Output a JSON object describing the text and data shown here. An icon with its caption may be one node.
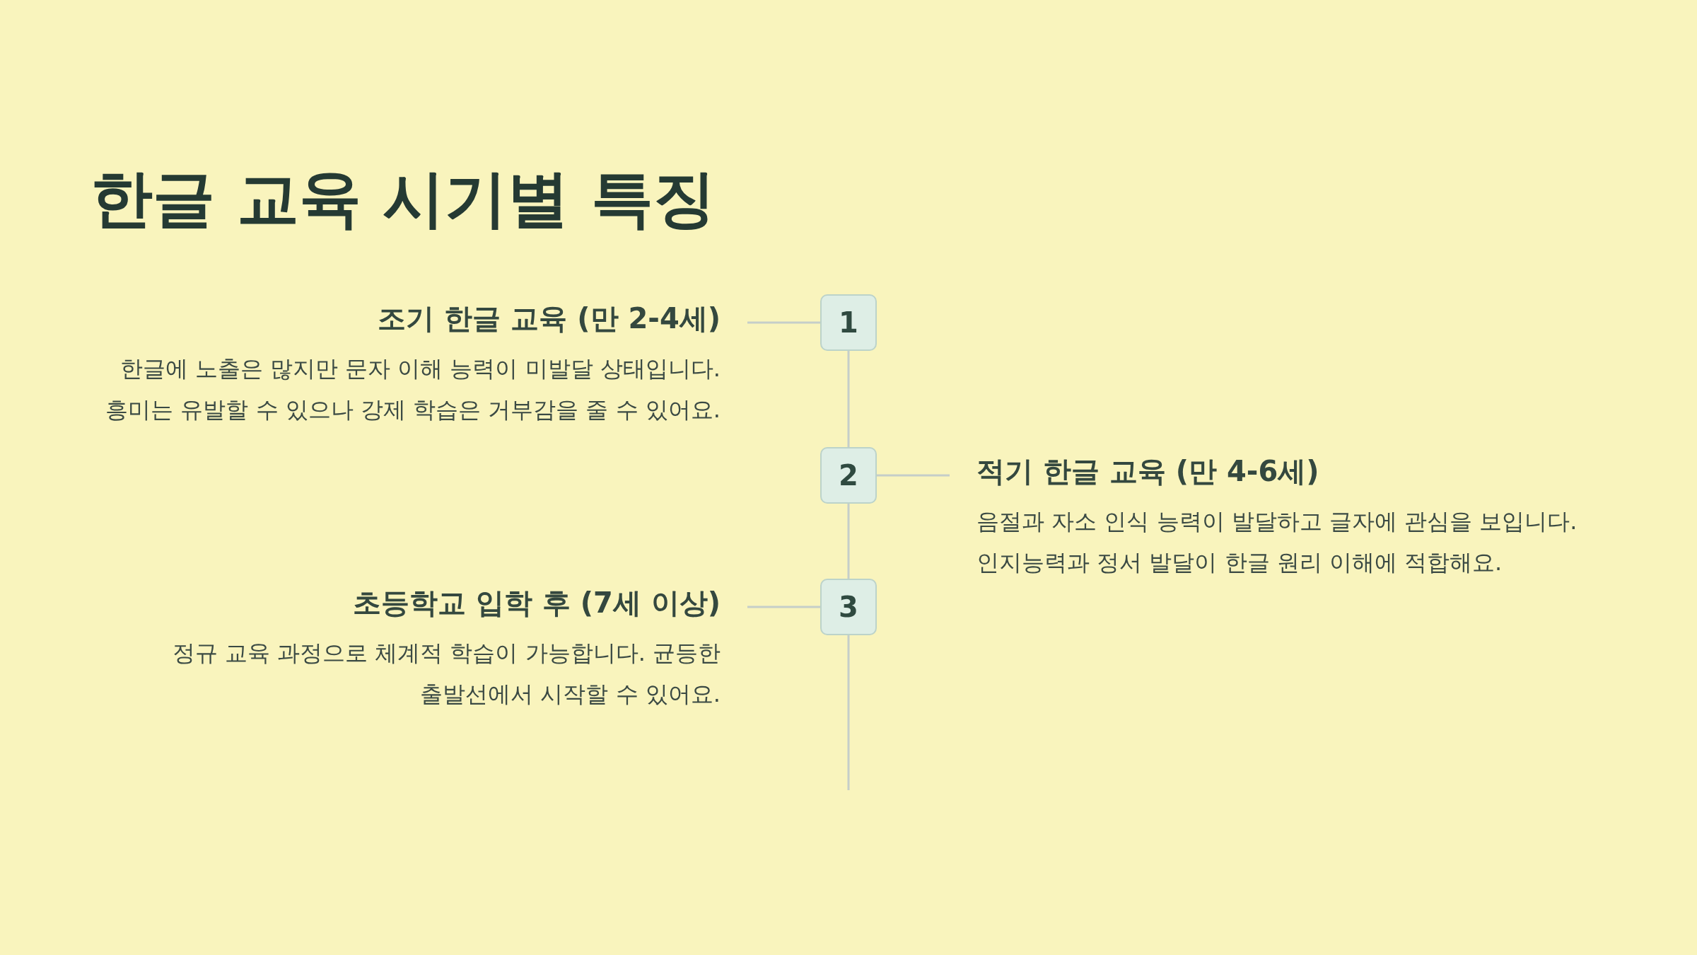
{
  "diagram": {
    "title": "한글 교육 시기별 특징",
    "nodes": [
      {
        "text": [
          "1"
        ]
      },
      {
        "text": [
          "조기 한글 교육 (만 2-4세)",
          "한글에 노출은 많지만 문자 이해 능력이 미발달 상태입니다. 흥미는 유발할 수 있으나 강제 학습은 거부감을 줄 수 있어요."
        ]
      },
      {
        "text": [
          "2"
        ]
      },
      {
        "text": [
          "적기 한글 교육 (만 4-6세)",
          "음절과 자소 인식 능력이 발달하고 글자에 관심을 보입니다. 인지능력과 정서 발달이 한글 원리 이해에 적합해요."
        ]
      },
      {
        "text": [
          "3"
        ]
      },
      {
        "text": [
          "초등학교 입학 후 (7세 이상)",
          "정규 교육 과정으로 체계적 학습이 가능합니다. 균등한 출발선에서 시작할 수 있어요."
        ]
      }
    ],
    "edges": [
      {
        "from": 0,
        "to": 1,
        "arrow": "none"
      },
      {
        "from": 0,
        "to": 2,
        "arrow": "none"
      },
      {
        "from": 2,
        "to": 3,
        "arrow": "none"
      },
      {
        "from": 2,
        "to": 4,
        "arrow": "none"
      },
      {
        "from": 4,
        "to": 5,
        "arrow": "none"
      },
      {
        "from": 4,
        "to": null,
        "arrow": "none"
      }
    ]
  }
}
